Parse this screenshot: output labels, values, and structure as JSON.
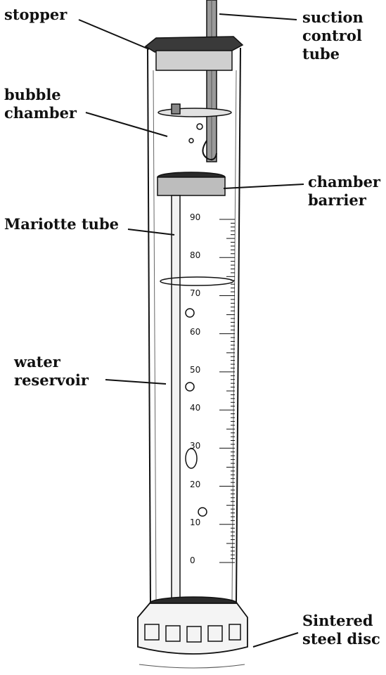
{
  "labels": {
    "stopper": "stopper",
    "suction_control_tube": [
      "suction",
      "control",
      "tube"
    ],
    "bubble_chamber": [
      "bubble",
      "chamber"
    ],
    "chamber_barrier": [
      "chamber",
      "barrier"
    ],
    "mariotte_tube": "Mariotte tube",
    "water_reservoir": [
      "water",
      "reservoir"
    ],
    "sintered_steel_disc": [
      "Sintered",
      "steel disc"
    ]
  },
  "scale": {
    "tick_labels": [
      "90",
      "80",
      "70",
      "60",
      "50",
      "40",
      "30",
      "20",
      "10",
      "0"
    ]
  },
  "colors": {
    "ink": "#111111",
    "shade": "#bfbfbf",
    "dark_shade": "#3a3a3a"
  }
}
